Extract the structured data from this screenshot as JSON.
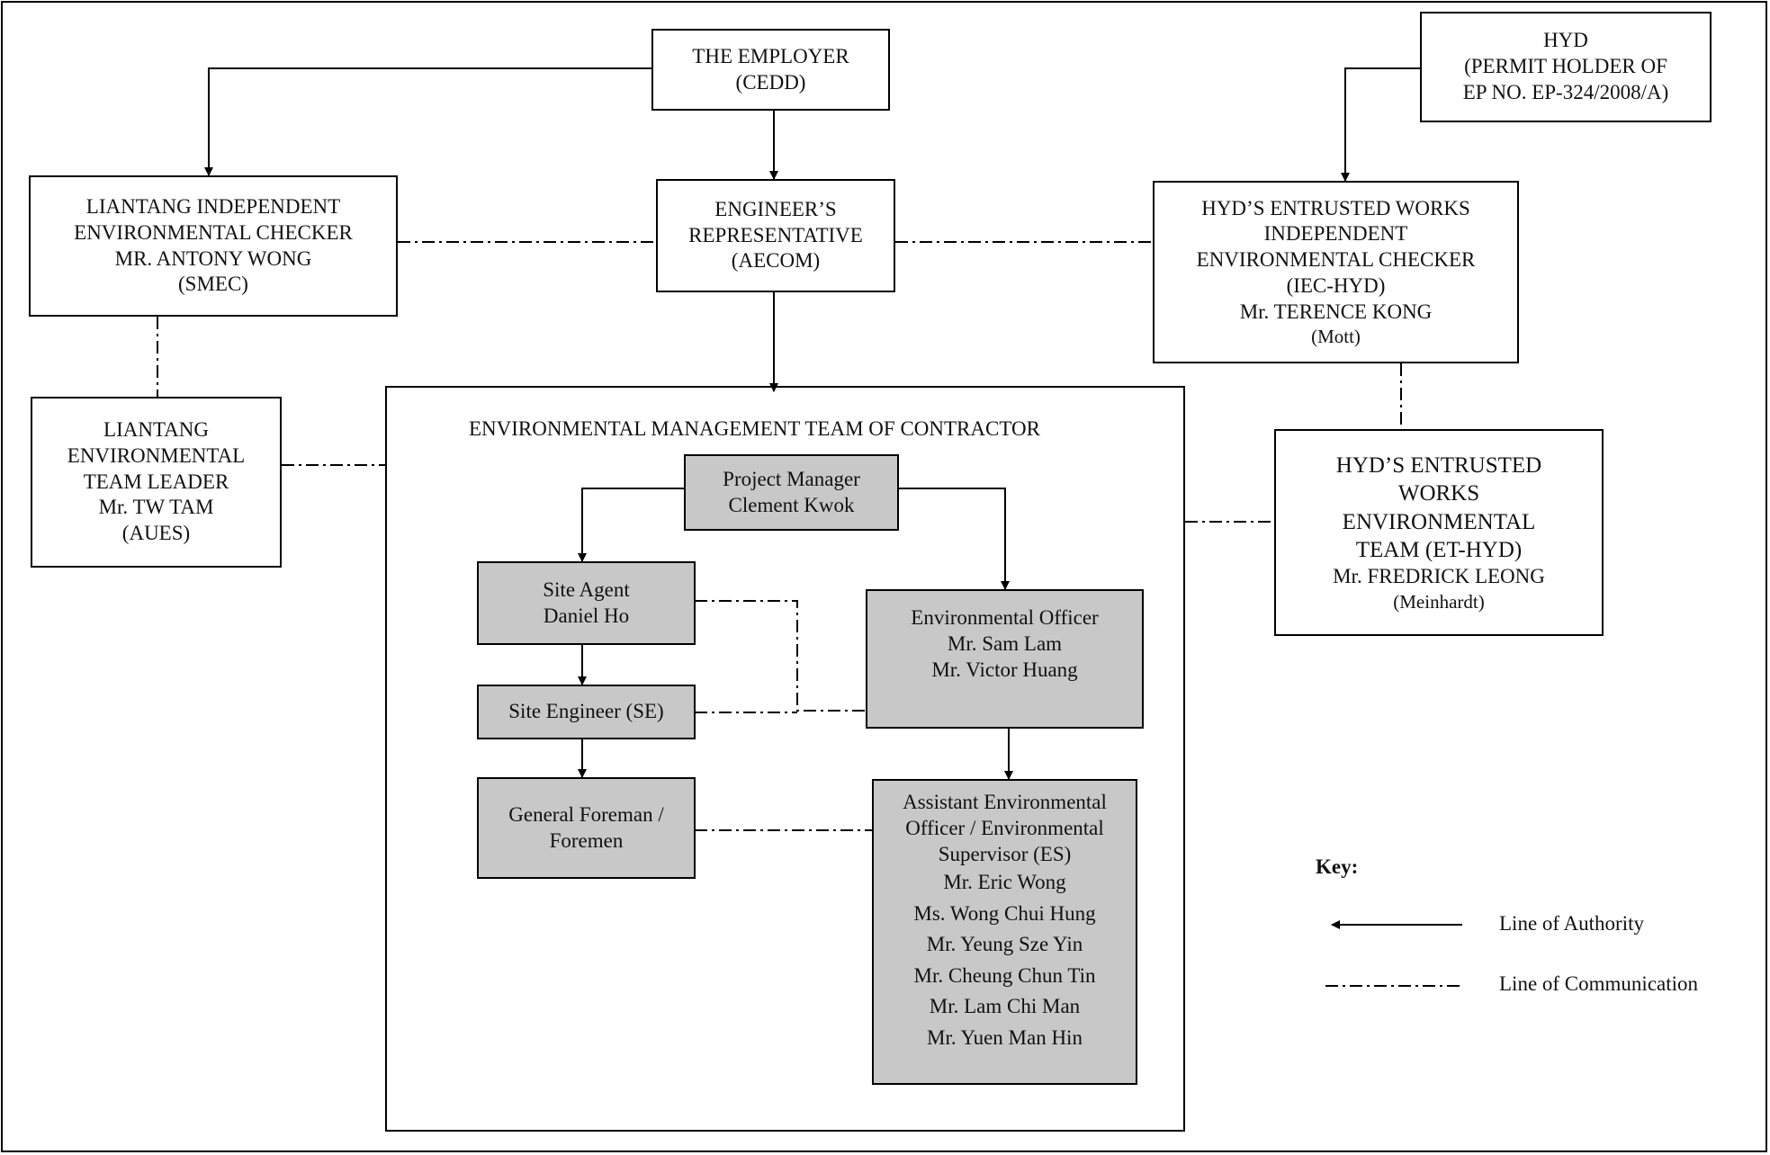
{
  "employer": {
    "line1": "THE EMPLOYER",
    "line2": "(CEDD)"
  },
  "hyd": {
    "line1": "HYD",
    "line2": "(PERMIT HOLDER OF",
    "line3": "EP NO. EP-324/2008/A)"
  },
  "liantang_iec": {
    "line1": "LIANTANG INDEPENDENT",
    "line2": "ENVIRONMENTAL CHECKER",
    "line3": "MR. ANTONY WONG",
    "line4": "(SMEC)"
  },
  "engineer_rep": {
    "line1": "ENGINEER’S",
    "line2": "REPRESENTATIVE",
    "line3": "(AECOM)"
  },
  "hyd_iec": {
    "line1": "HYD’S ENTRUSTED WORKS",
    "line2": "INDEPENDENT",
    "line3": "ENVIRONMENTAL CHECKER",
    "line4": "(IEC-HYD)",
    "line5": "Mr. TERENCE KONG",
    "line6": "(Mott)"
  },
  "liantang_et": {
    "line1": "LIANTANG",
    "line2": "ENVIRONMENTAL",
    "line3": "TEAM LEADER",
    "line4": "Mr. TW TAM",
    "line5": "(AUES)"
  },
  "contractor_team": {
    "title": "ENVIRONMENTAL MANAGEMENT TEAM OF CONTRACTOR"
  },
  "project_manager": {
    "line1": "Project Manager",
    "line2": "Clement Kwok"
  },
  "site_agent": {
    "line1": "Site Agent",
    "line2": "Daniel Ho"
  },
  "site_engineer": {
    "line1": "Site Engineer (SE)"
  },
  "foreman": {
    "line1": "General Foreman /",
    "line2": "Foremen"
  },
  "env_officer": {
    "line1": "Environmental Officer",
    "line2": "Mr. Sam Lam",
    "line3": "Mr. Victor Huang"
  },
  "assistant_eo": {
    "line1": "Assistant Environmental",
    "line2": "Officer / Environmental",
    "line3": "Supervisor (ES)",
    "names": [
      "Mr. Eric Wong",
      "Ms. Wong Chui Hung",
      "Mr. Yeung Sze Yin",
      "Mr. Cheung Chun Tin",
      "Mr. Lam Chi Man",
      "Mr. Yuen Man Hin"
    ]
  },
  "hyd_et": {
    "line1": "HYD’S ENTRUSTED",
    "line2": "WORKS",
    "line3": "ENVIRONMENTAL",
    "line4": "TEAM (ET-HYD)",
    "line5": "Mr. FREDRICK LEONG",
    "line6": "(Meinhardt)"
  },
  "key": {
    "title": "Key:",
    "authority": "Line of Authority",
    "communication": "Line of Communication"
  },
  "colors": {
    "box_fill": "#ffffff",
    "grey_fill": "#c8c8c8",
    "line": "#000000"
  }
}
